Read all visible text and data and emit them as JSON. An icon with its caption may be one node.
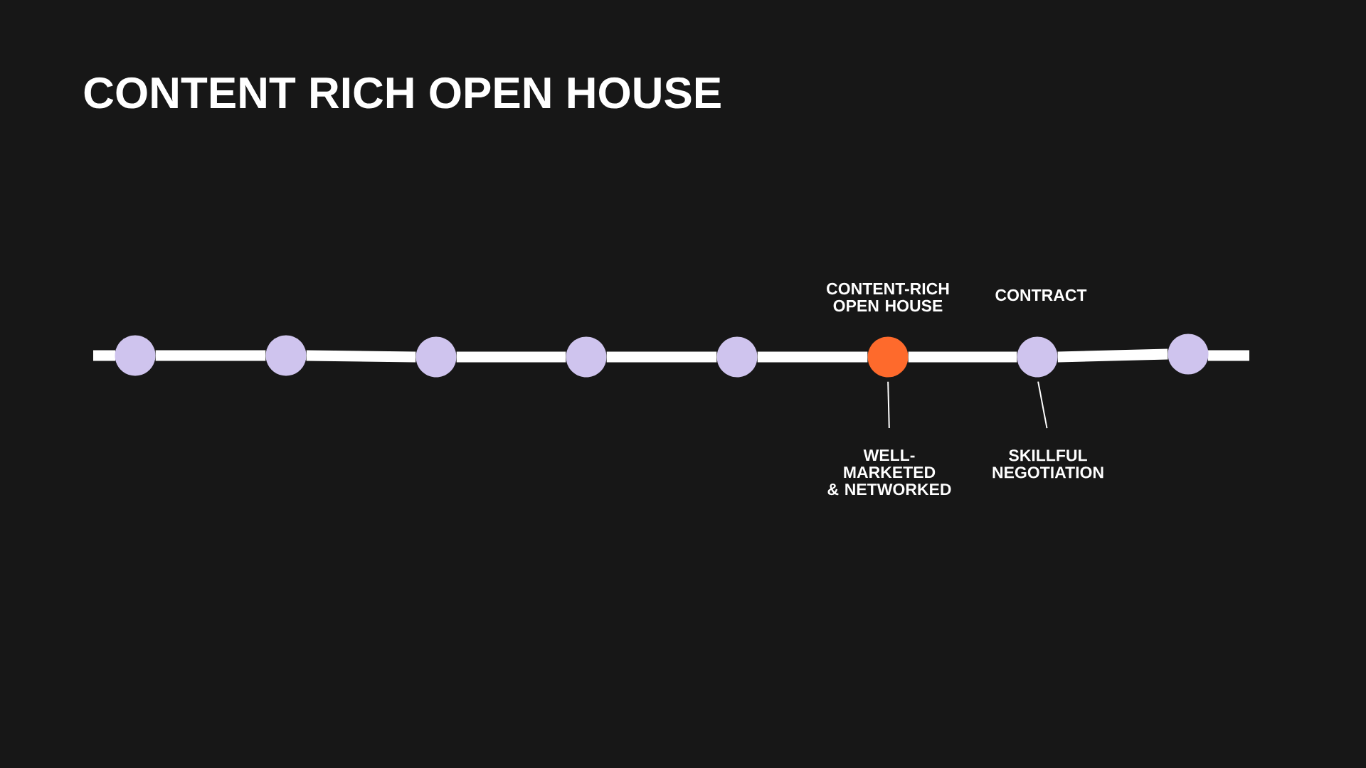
{
  "diagram": {
    "title": "CONTENT RICH OPEN HOUSE",
    "nodes": [
      {
        "text": [],
        "shape": "circle"
      },
      {
        "text": [],
        "shape": "circle"
      },
      {
        "text": [],
        "shape": "circle"
      },
      {
        "text": [],
        "shape": "circle"
      },
      {
        "text": [],
        "shape": "circle"
      },
      {
        "text": [],
        "shape": "circle",
        "beside": [
          "CONTENT-RICH OPEN HOUSE"
        ]
      },
      {
        "text": [],
        "shape": "circle",
        "beside": [
          "CONTRACT"
        ]
      },
      {
        "text": [],
        "shape": "circle"
      },
      {
        "text": [
          "WELL- MARKETED & NETWORKED"
        ]
      },
      {
        "text": [
          "SKILLFUL NEGOTIATION"
        ]
      }
    ],
    "edges": [
      {
        "from": 0,
        "to": 1,
        "arrow": "none"
      },
      {
        "from": 1,
        "to": 2,
        "arrow": "none"
      },
      {
        "from": 2,
        "to": 3,
        "arrow": "none"
      },
      {
        "from": 3,
        "to": 4,
        "arrow": "none"
      },
      {
        "from": 4,
        "to": 5,
        "arrow": "none"
      },
      {
        "from": 5,
        "to": 6,
        "arrow": "none"
      },
      {
        "from": 6,
        "to": 7,
        "arrow": "none"
      },
      {
        "from": 5,
        "to": 8,
        "arrow": "none"
      },
      {
        "from": 6,
        "to": 9,
        "arrow": "none"
      }
    ]
  }
}
